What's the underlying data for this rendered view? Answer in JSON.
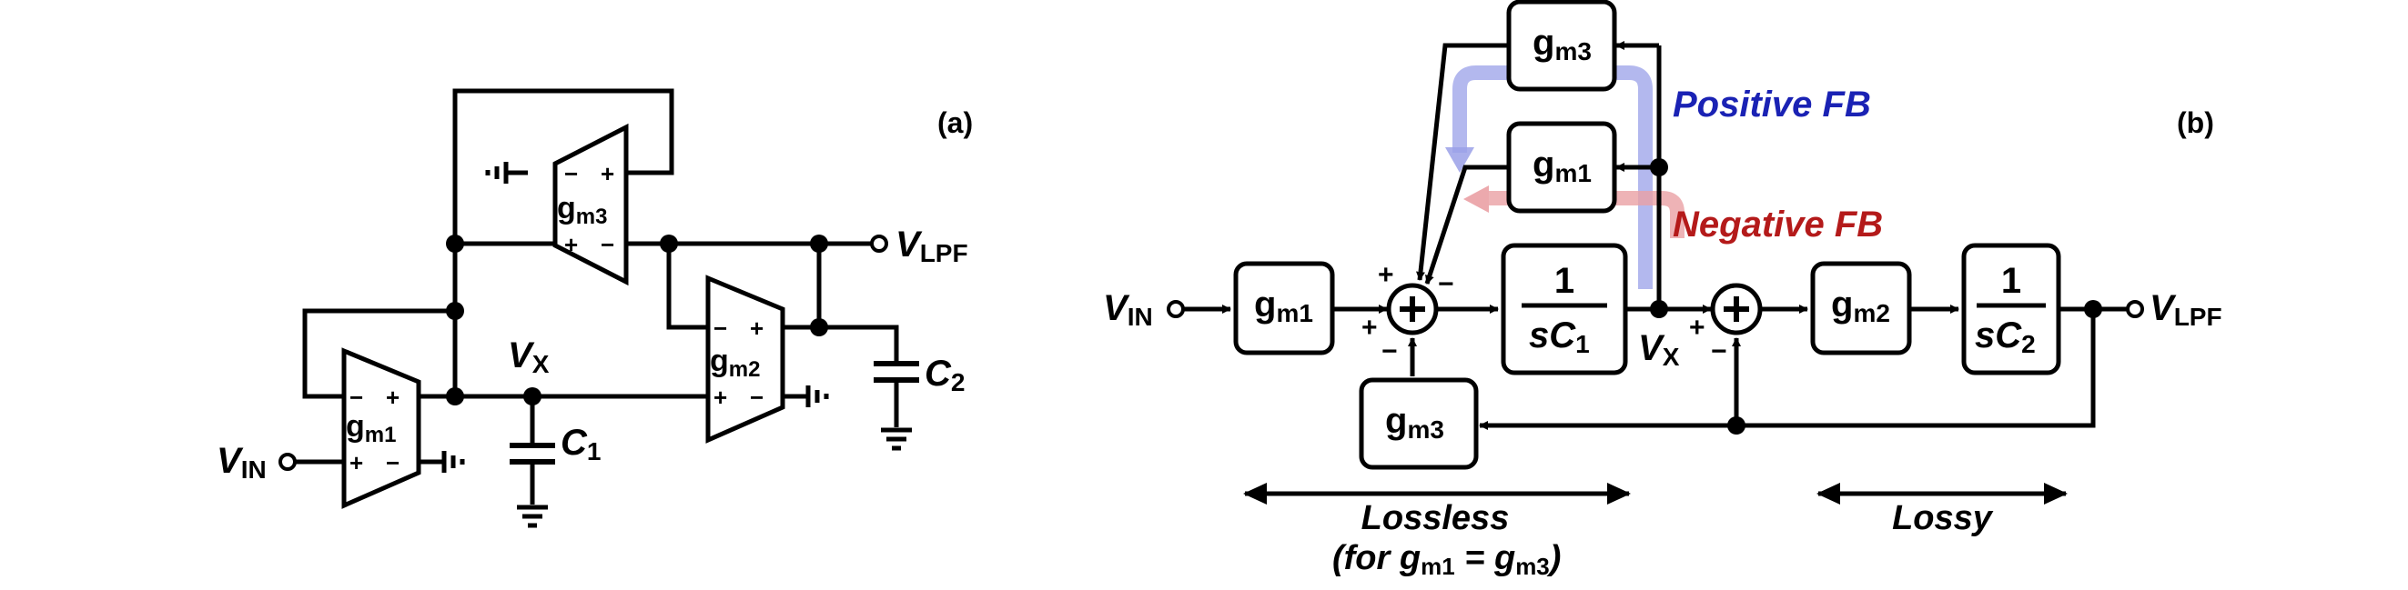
{
  "panel_a": {
    "label": "(a)",
    "ota_gm1": {
      "name": "g",
      "sub": "m1"
    },
    "ota_gm2": {
      "name": "g",
      "sub": "m2"
    },
    "ota_gm3": {
      "name": "g",
      "sub": "m3"
    },
    "vin": {
      "name": "V",
      "sub": "IN"
    },
    "vx": {
      "name": "V",
      "sub": "X"
    },
    "vlpf": {
      "name": "V",
      "sub": "LPF"
    },
    "c1": {
      "name": "C",
      "sub": "1"
    },
    "c2": {
      "name": "C",
      "sub": "2"
    },
    "plus_sign": "+",
    "minus_sign": "−"
  },
  "panel_b": {
    "label": "(b)",
    "vin": {
      "name": "V",
      "sub": "IN"
    },
    "vx": {
      "name": "V",
      "sub": "X"
    },
    "vlpf": {
      "name": "V",
      "sub": "LPF"
    },
    "block_gm1_in": {
      "name": "g",
      "sub": "m1"
    },
    "block_gm1_fb": {
      "name": "g",
      "sub": "m1"
    },
    "block_gm3_top": {
      "name": "g",
      "sub": "m3"
    },
    "block_gm3_bottom": {
      "name": "g",
      "sub": "m3"
    },
    "block_gm2": {
      "name": "g",
      "sub": "m2"
    },
    "integrator1": {
      "num": "1",
      "den": "sC",
      "sub": "1"
    },
    "integrator2": {
      "num": "1",
      "den": "sC",
      "sub": "2"
    },
    "positive_fb": "Positive FB",
    "negative_fb": "Negative FB",
    "lossless": "Lossless",
    "lossless_note": {
      "pre": "(for g",
      "sub1": "m1",
      "mid": " = g",
      "sub2": "m3",
      "post": ")"
    },
    "lossy": "Lossy",
    "plus_sign": "+",
    "minus_sign": "−"
  },
  "colors": {
    "positive_fb": "#1a22b4",
    "negative_fb": "#b41a1a",
    "positive_arrow": "#9aa0e8",
    "negative_arrow": "#eaa0a4"
  }
}
